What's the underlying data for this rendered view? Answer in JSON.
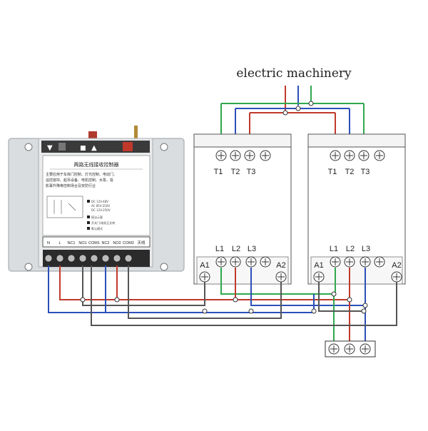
{
  "title": "electric machinery",
  "contactor_left": {
    "top_labels": [
      "T1",
      "T2",
      "T3"
    ],
    "bottom_labels": [
      "L1",
      "L2",
      "L3"
    ],
    "coil_labels": [
      "A1",
      "A2"
    ]
  },
  "contactor_right": {
    "top_labels": [
      "T1",
      "T2",
      "T3"
    ],
    "bottom_labels": [
      "L1",
      "L2",
      "L3"
    ],
    "coil_labels": [
      "A1",
      "A2"
    ]
  },
  "controller": {
    "title": "两路无线接收控制器",
    "description_lines": [
      "主要应用于车库门控制、灯光控制、电动门、",
      "遥控窗帘、起吊设备、电机控制、水泵、投",
      "影幕升降等控制场合及安防行业"
    ],
    "legend": [
      "DC 12V-48V",
      "AC 85V-250V",
      "DC 12V-250V",
      "接法示意",
      "开关门/电机正反转",
      "默认模式"
    ],
    "terminals": [
      "N",
      "L",
      "NC1",
      "NO1",
      "COM1",
      "NC2",
      "NO2",
      "COM2",
      "天线"
    ],
    "buttons": [
      "▼",
      "■",
      "▲"
    ]
  },
  "wire_colors": {
    "green": "#2fa84f",
    "red": "#c0392b",
    "blue": "#2c4fb8",
    "gray": "#6b6b6b"
  }
}
